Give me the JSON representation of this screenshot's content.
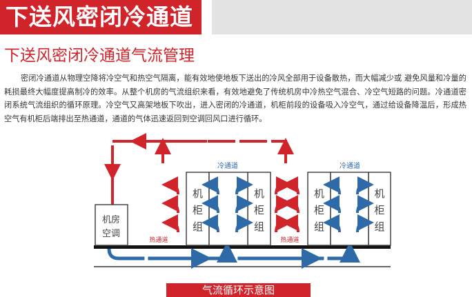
{
  "header": {
    "title": "下送风密闭冷通道"
  },
  "subtitle": "下送风密闭冷通道气流管理",
  "paragraph": "密闭冷通道从物理空降将冷空气和热空气隔离，能有效地使地板下送出的冷风全部用于设备散热，而大幅减少或 避免风量和冷量的耗损最终大幅度提高制冷的效率。从整个机房的气流组织来看，有效地避免了传统机房中冷热空气混合、冷空气短路的问题。冷通道密闭系统气流组织的循环原理。冷空气又高架地板下吹出，进入密闭的冷通道，机柜前段的设备吸入冷空气，通过给设备降温后，形成热空气有机柜后端排出至热通道，通道的气体迅速返回到空调回风口进行循环。",
  "diagram": {
    "ac_unit": [
      "机房",
      "空调"
    ],
    "cabinet": [
      "机",
      "柜",
      "组"
    ],
    "cold_aisle": "冷通道",
    "hot_aisle": "热通道",
    "caption": "气流循环示意图"
  },
  "colors": {
    "accent": "#d0232a",
    "cold": "#2f6aa8",
    "hot": "#d0232a"
  }
}
